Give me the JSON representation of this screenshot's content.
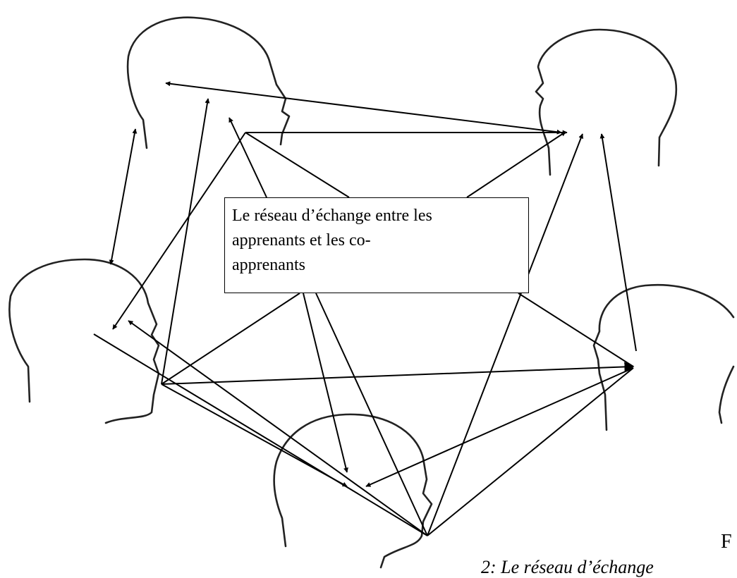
{
  "diagram": {
    "center_label": "Le réseau d’échange entre les apprenants et les co-apprenants",
    "center_label_lines": [
      "Le réseau d’échange entre les",
      "apprenants et les co-",
      "apprenants"
    ],
    "figure_letter": "F",
    "caption": "2: Le réseau d’échange",
    "nodes": [
      "head-top-left",
      "head-top-right",
      "head-middle-left",
      "head-middle-right",
      "head-bottom-center"
    ]
  }
}
